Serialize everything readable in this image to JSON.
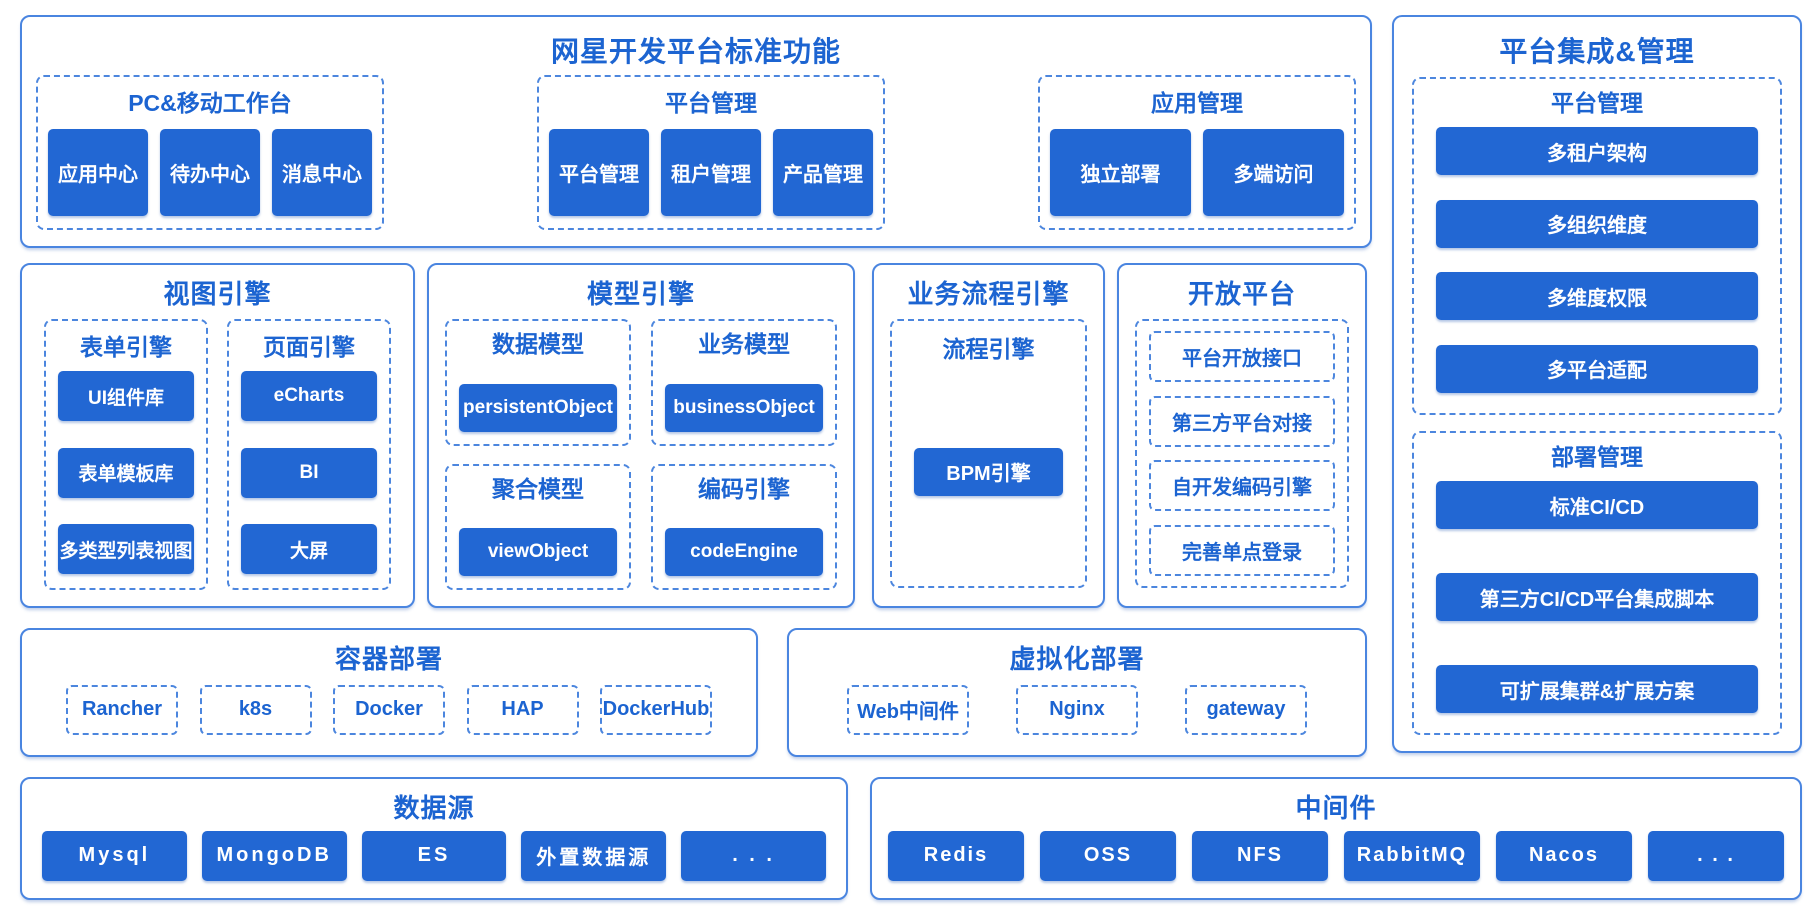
{
  "colors": {
    "button_blue": "#2267d3",
    "title_blue": "#1c64d1",
    "solid_border": "#4a85e0",
    "dashed_border": "#4c86de"
  },
  "diagram": {
    "standard": {
      "title": "网星开发平台标准功能",
      "groups": [
        {
          "title": "PC&移动工作台",
          "items": [
            "应用中心",
            "待办中心",
            "消息中心"
          ]
        },
        {
          "title": "平台管理",
          "items": [
            "平台管理",
            "租户管理",
            "产品管理"
          ]
        },
        {
          "title": "应用管理",
          "items": [
            "独立部署",
            "多端访问"
          ]
        }
      ]
    },
    "integration": {
      "title": "平台集成&管理",
      "groups": [
        {
          "title": "平台管理",
          "items": [
            "多租户架构",
            "多组织维度",
            "多维度权限",
            "多平台适配"
          ]
        },
        {
          "title": "部署管理",
          "items": [
            "标准CI/CD",
            "第三方CI/CD平台集成脚本",
            "可扩展集群&扩展方案"
          ]
        }
      ]
    },
    "view_engine": {
      "title": "视图引擎",
      "groups": [
        {
          "title": "表单引擎",
          "items": [
            "UI组件库",
            "表单模板库",
            "多类型列表视图"
          ]
        },
        {
          "title": "页面引擎",
          "items": [
            "eCharts",
            "BI",
            "大屏"
          ]
        }
      ]
    },
    "model_engine": {
      "title": "模型引擎",
      "groups": [
        {
          "title": "数据模型",
          "items": [
            "persistentObject"
          ]
        },
        {
          "title": "业务模型",
          "items": [
            "businessObject"
          ]
        },
        {
          "title": "聚合模型",
          "items": [
            "viewObject"
          ]
        },
        {
          "title": "编码引擎",
          "items": [
            "codeEngine"
          ]
        }
      ]
    },
    "process_engine": {
      "title": "业务流程引擎",
      "group_title": "流程引擎",
      "items": [
        "BPM引擎"
      ]
    },
    "open_platform": {
      "title": "开放平台",
      "items": [
        "平台开放接口",
        "第三方平台对接",
        "自开发编码引擎",
        "完善单点登录"
      ]
    },
    "container_deploy": {
      "title": "容器部署",
      "items": [
        "Rancher",
        "k8s",
        "Docker",
        "HAP",
        "DockerHub"
      ]
    },
    "virtual_deploy": {
      "title": "虚拟化部署",
      "items": [
        "Web中间件",
        "Nginx",
        "gateway"
      ]
    },
    "datasource": {
      "title": "数据源",
      "items": [
        "Mysql",
        "MongoDB",
        "ES",
        "外置数据源",
        ". . ."
      ]
    },
    "middleware": {
      "title": "中间件",
      "items": [
        "Redis",
        "OSS",
        "NFS",
        "RabbitMQ",
        "Nacos",
        ". . ."
      ]
    }
  }
}
